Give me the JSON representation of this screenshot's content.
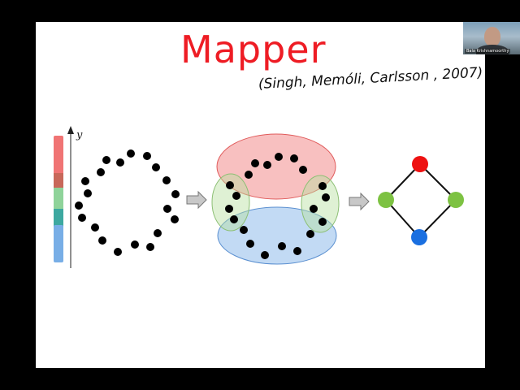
{
  "slide": {
    "title": "Mapper",
    "citation": "(Singh, Memóli, Carlsson , 2007)",
    "title_color": "#ee1c24"
  },
  "diagram": {
    "axis_label": "y",
    "colors": {
      "red": "#f07474",
      "dark_red": "#c8685a",
      "green": "#8fd39a",
      "teal": "#3da8a0",
      "blue": "#78aee6",
      "node_red": "#ee1111",
      "node_green": "#7dc242",
      "node_blue": "#1a6fe0",
      "arrow": "#bfbfbf"
    },
    "arrow_icons": [
      "arrow-right-icon",
      "arrow-right-icon"
    ]
  },
  "webcam": {
    "name": "Bala Krishnamoorthy"
  }
}
